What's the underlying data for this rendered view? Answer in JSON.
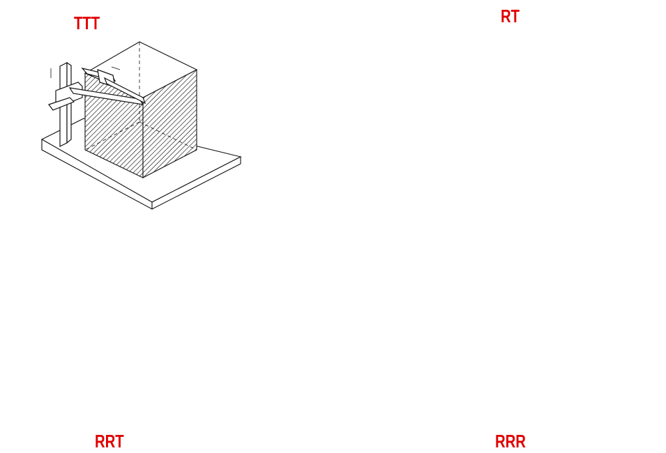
{
  "labels": {
    "ttt": "TTT",
    "rt": "RT",
    "rrt": "RRT",
    "rrr": "RRR"
  },
  "colors": {
    "label": "#e00000",
    "ink": "#111111",
    "background": "#ffffff"
  }
}
